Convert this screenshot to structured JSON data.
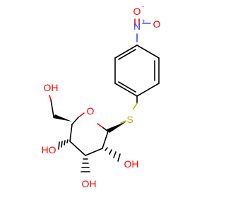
{
  "molecule": {
    "colors": {
      "bond": "#000000",
      "oxygen": "#ff0000",
      "nitrogen": "#3050f8",
      "sulfur": "#b2b200"
    },
    "labels": {
      "nitro_o_top": "O",
      "nitro_o_top_charge": "-",
      "nitro_n": "N",
      "nitro_n_charge": "+",
      "nitro_o_right": "O",
      "sulfur": "S",
      "ring_oxygen": "O",
      "ch2oh": "OH",
      "oh_c2": "OH",
      "oh_c3": "OH",
      "oh_c4": "HO"
    }
  }
}
